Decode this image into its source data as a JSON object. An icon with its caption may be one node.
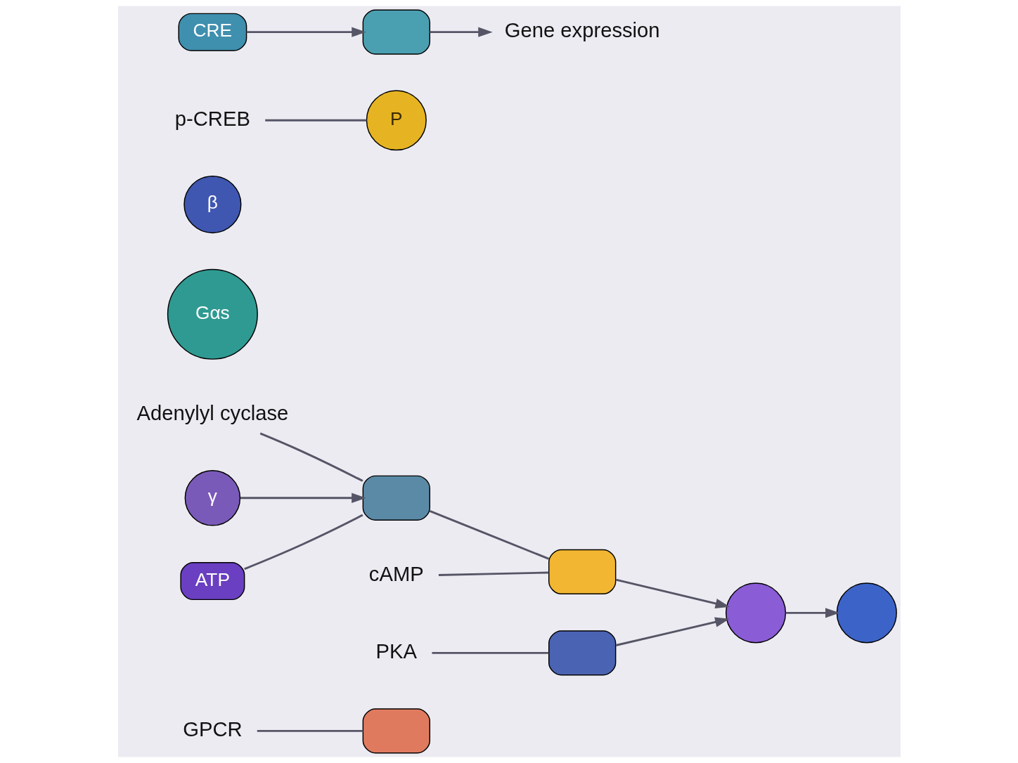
{
  "diagram": {
    "nodes": [
      {
        "text": [
          "GPCR"
        ]
      },
      {
        "text": [],
        "shape": "box"
      },
      {
        "text": [
          "Adenylyl cyclase"
        ]
      },
      {
        "text": [],
        "shape": "box"
      },
      {
        "text": [
          "Gαs"
        ]
      },
      {
        "text": [
          "β"
        ]
      },
      {
        "text": [
          "γ"
        ]
      },
      {
        "text": [
          "ATP"
        ]
      },
      {
        "text": [
          "cAMP"
        ]
      },
      {
        "text": [],
        "shape": "box"
      },
      {
        "text": [
          "PKA"
        ]
      },
      {
        "text": [],
        "shape": "box"
      },
      {
        "text": [],
        "shape": "circle"
      },
      {
        "text": [
          "p-CREB"
        ]
      },
      {
        "text": [
          "P"
        ]
      },
      {
        "text": [],
        "shape": "circle"
      },
      {
        "text": [
          "CRE"
        ]
      },
      {
        "text": [],
        "shape": "box"
      },
      {
        "text": [
          "Gene expression"
        ]
      }
    ],
    "edges": [
      {
        "from": 0,
        "to": 1,
        "arrow": "none"
      },
      {
        "from": 2,
        "to": 3,
        "arrow": "none"
      },
      {
        "from": 6,
        "to": 3,
        "arrow": "to"
      },
      {
        "from": 7,
        "to": 3,
        "arrow": "none"
      },
      {
        "from": 3,
        "to": 9,
        "arrow": "none"
      },
      {
        "from": 8,
        "to": 9,
        "arrow": "none"
      },
      {
        "from": 9,
        "to": 12,
        "arrow": "to"
      },
      {
        "from": 10,
        "to": 11,
        "arrow": "none"
      },
      {
        "from": 11,
        "to": 12,
        "arrow": "to"
      },
      {
        "from": 12,
        "to": 15,
        "arrow": "to"
      },
      {
        "from": 13,
        "to": 14,
        "arrow": "none"
      },
      {
        "from": 16,
        "to": 17,
        "arrow": "to"
      },
      {
        "from": 17,
        "to": 18,
        "arrow": "to"
      }
    ]
  }
}
